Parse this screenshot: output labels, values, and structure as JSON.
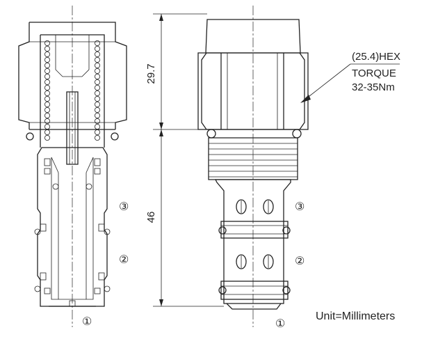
{
  "labels": {
    "hex_size": "(25.4)HEX",
    "torque_title": "TORQUE",
    "torque_value": "32-35Nm",
    "dim_upper": "29.7",
    "dim_lower": "46",
    "unit_note": "Unit=Millimeters"
  },
  "ports": {
    "port1": "①",
    "port2": "②",
    "port3": "③"
  },
  "colors": {
    "line": "#222222",
    "background": "#ffffff"
  }
}
